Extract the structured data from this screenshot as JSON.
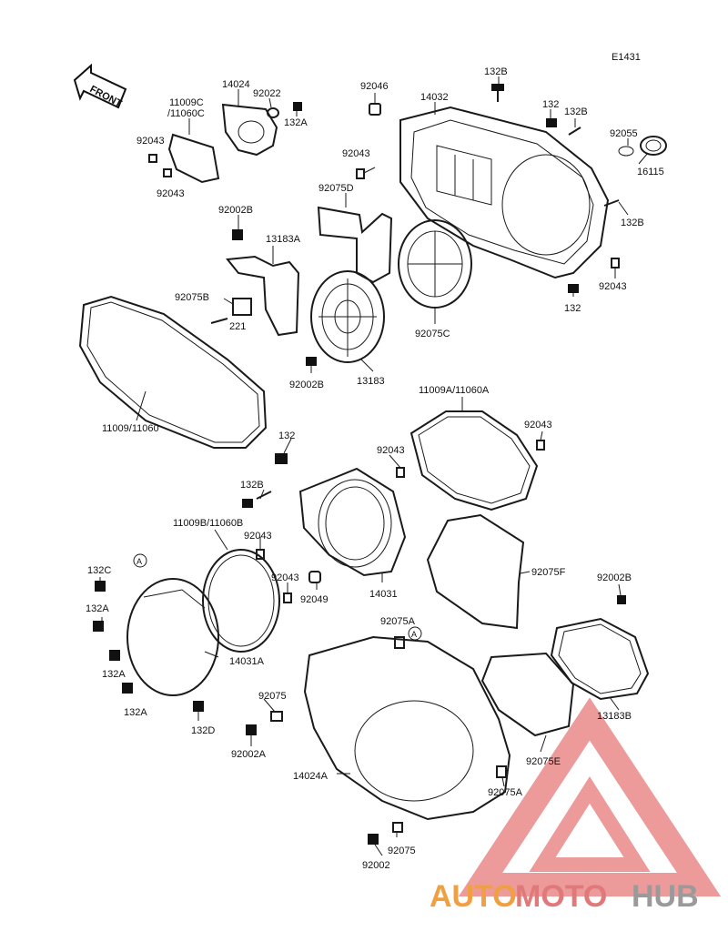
{
  "diagram_code": "E1431",
  "front_label": "FRONT",
  "circle_marker": "A",
  "watermark": {
    "part1": "AUTO",
    "part2": "MOTO",
    "part3": "HUB"
  },
  "labels": {
    "l132B_top": "132B",
    "l92046": "92046",
    "l14032": "14032",
    "l132_r1": "132",
    "l132B_r1": "132B",
    "l92055": "92055",
    "l16115": "16115",
    "l132B_r2": "132B",
    "l92043_r": "92043",
    "l132_r2": "132",
    "l92075C": "92075C",
    "l92043_c": "92043",
    "l92075D": "92075D",
    "l14024_t": "14024",
    "l92022": "92022",
    "l132A_t": "132A",
    "l11009C": "11009C",
    "l11060C": "/11060C",
    "l92043_tl1": "92043",
    "l92043_tl2": "92043",
    "l92002B_t": "92002B",
    "l13183A": "13183A",
    "l92075B": "92075B",
    "l221": "221",
    "l92002B_m": "92002B",
    "l13183": "13183",
    "l11009_11060": "11009/11060",
    "l11009A": "11009A/11060A",
    "l92043_m1": "92043",
    "l92043_m2": "92043",
    "l132_m": "132",
    "l132B_m": "132B",
    "l11009B": "11009B/11060B",
    "l92043_m3": "92043",
    "l92043_m4": "92043",
    "l92049": "92049",
    "l14031": "14031",
    "l92075F": "92075F",
    "l92002B_r": "92002B",
    "l132C": "132C",
    "l132A_1": "132A",
    "l132A_2": "132A",
    "l132A_3": "132A",
    "l14031A": "14031A",
    "l132D": "132D",
    "l92075A_1": "92075A",
    "l92075": "92075",
    "l92002A": "92002A",
    "l13183B": "13183B",
    "l92075E": "92075E",
    "l14024A": "14024A",
    "l92075A_2": "92075A",
    "l92075_b": "92075",
    "l92002": "92002"
  }
}
